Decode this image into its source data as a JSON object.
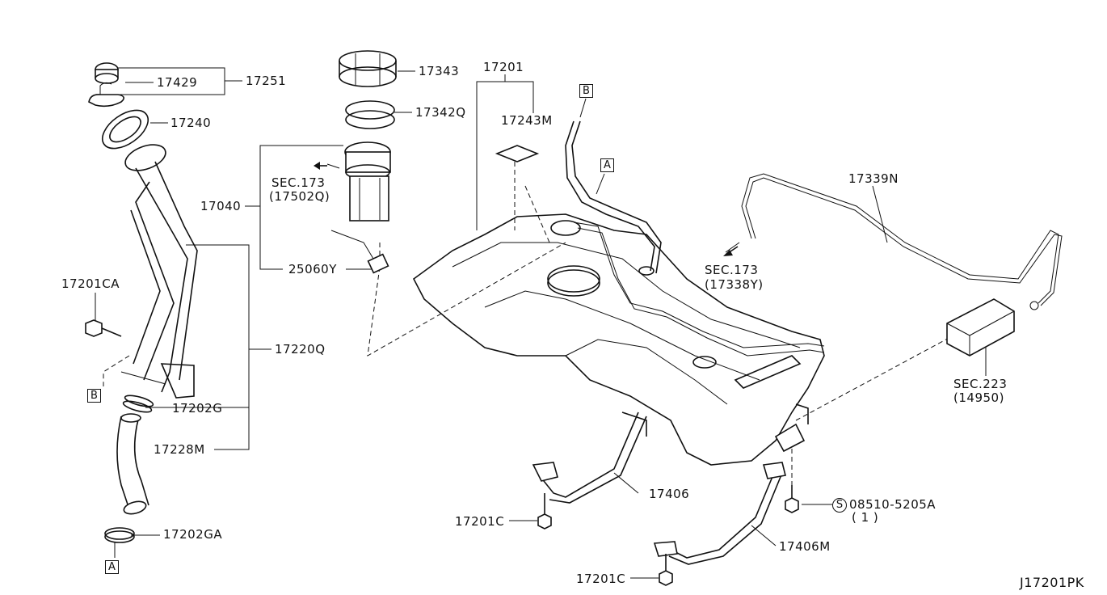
{
  "labels": {
    "p17251": "17251",
    "p17429": "17429",
    "p17240": "17240",
    "p17343": "17343",
    "p17342q": "17342Q",
    "p17201": "17201",
    "p17243m": "17243M",
    "sec173a_l1": "SEC.173",
    "sec173a_l2": "(17502Q)",
    "p17040": "17040",
    "p25060y": "25060Y",
    "p17339n": "17339N",
    "sec173b_l1": "SEC.173",
    "sec173b_l2": "(17338Y)",
    "p17201ca": "17201CA",
    "p17220q": "17220Q",
    "sec223_l1": "SEC.223",
    "sec223_l2": "(14950)",
    "p17202g": "17202G",
    "p17228m": "17228M",
    "p17406": "17406",
    "p17201c_a": "17201C",
    "p08510": "08510-5205A",
    "p08510_qty": "( 1 )",
    "p17406m": "17406M",
    "p17202ga": "17202GA",
    "p17201c_b": "17201C",
    "diagram_code": "J17201PK"
  },
  "refs": {
    "box_b_top": "B",
    "box_a_top": "A",
    "box_b_left": "B",
    "box_a_bottom": "A",
    "circle_s": "S"
  }
}
